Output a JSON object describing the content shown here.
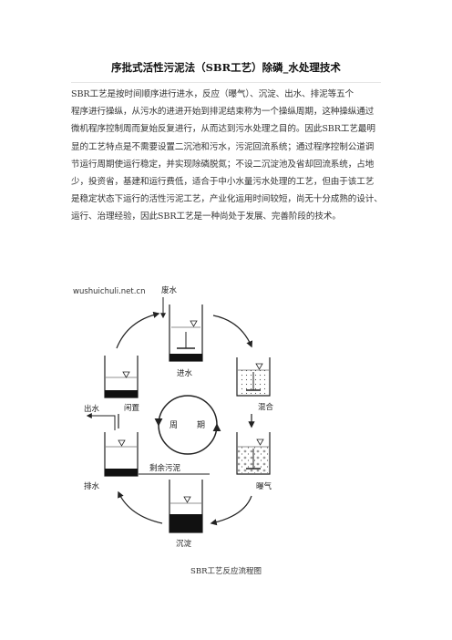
{
  "document": {
    "title": "序批式活性污泥法（SBR工艺）除磷_水处理技术",
    "paragraph_lines": [
      "SBR工艺是按时间顺序进行进水，反应（曝气）、沉淀、出水、排泥等五个",
      "程序进行操纵，从污水的进进开始到排泥结束称为一个操纵周期，这种操纵通过",
      "微机程序控制周而复始反复进行，从而达到污水处理之目的。因此SBR工艺最明",
      "显的工艺特点是不需要设置二沉池和污水，污泥回流系统；通过程序控制公道调",
      "节运行周期使运行稳定，并实现除磷脱氮；不设二沉淀池及省却回流系统，占地",
      "少，投资省，基建和运行费低，适合于中小水量污水处理的工艺，但由于该工艺",
      "是稳定状态下运行的活性污泥工艺，产业化运用时间较短，尚无十分成熟的设计、",
      "运行、治理经验，因此SBR工艺是一种尚处于发展、完善阶段的技术。"
    ]
  },
  "diagram": {
    "watermark": "wushuichuli.net.cn",
    "labels": {
      "wastewater": "废水",
      "inflow": "进水",
      "mixing": "混合",
      "aeration": "曝气",
      "settling": "沉淀",
      "drain": "排水",
      "idle": "闲置",
      "effluent": "出水",
      "excess_sludge": "剩余污泥",
      "cycle_1": "周",
      "cycle_2": "期"
    },
    "caption": "SBR工艺反应流程图"
  }
}
